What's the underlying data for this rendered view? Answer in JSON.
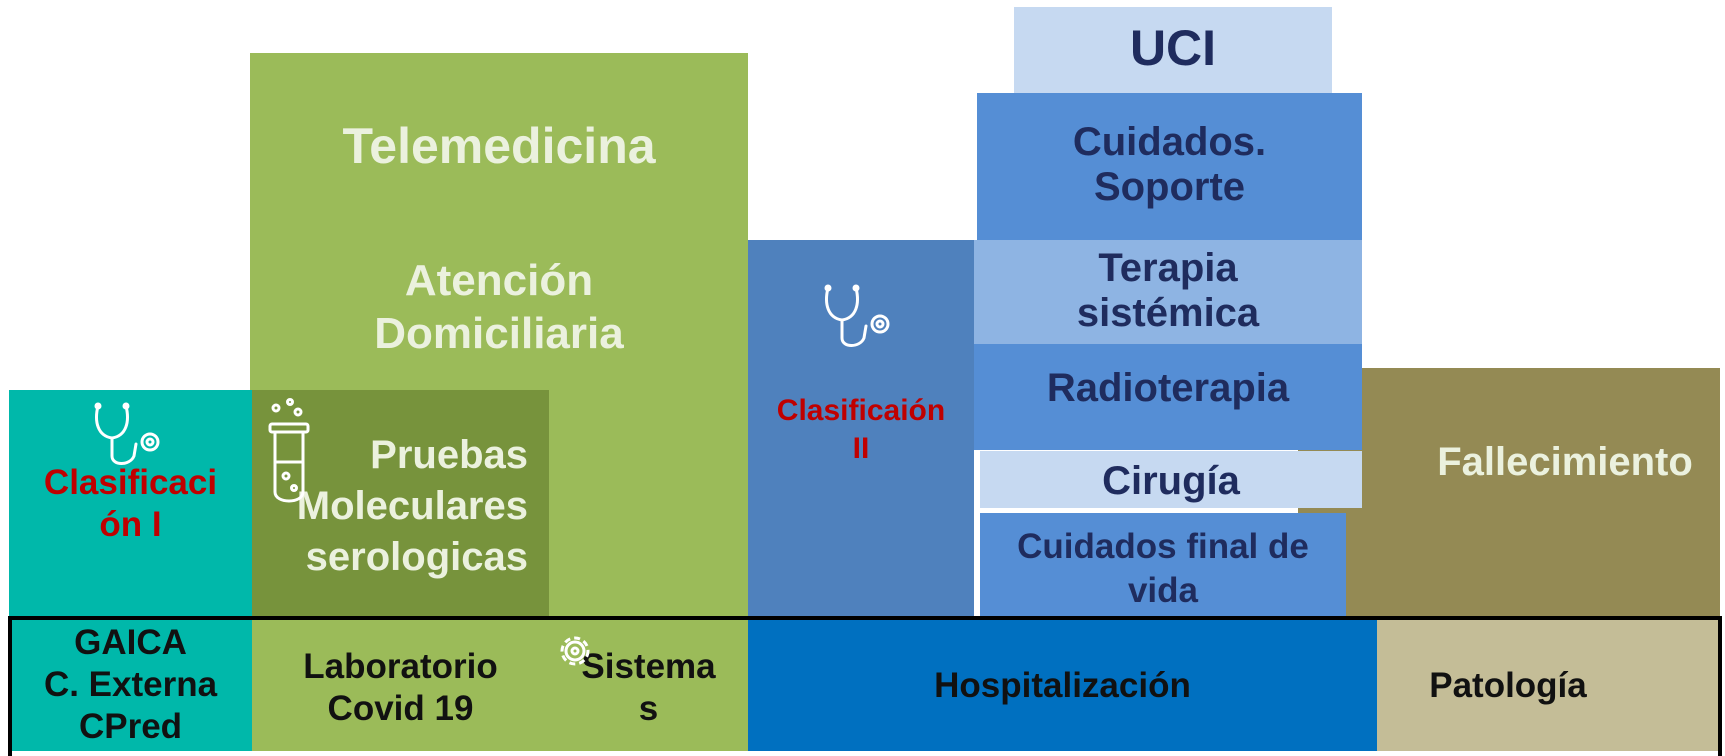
{
  "colors": {
    "teal": "#00b8aa",
    "green_light": "#9bbb59",
    "green_dark": "#77933c",
    "blue_mid": "#4f81bd",
    "blue_bright": "#558ed5",
    "blue_pale": "#8eb4e3",
    "blue_lightest": "#c6d9f1",
    "blue_strong": "#0070c0",
    "olive": "#948a54",
    "tan": "#c4bd97",
    "text_light": "#ebf1de",
    "text_navy": "#1f2c5e",
    "text_red": "#c00000",
    "text_dark": "#111111"
  },
  "labels": {
    "uci": "UCI",
    "telemedicina": "Telemedicina",
    "cuidados_soporte": "Cuidados.\nSoporte",
    "atencion_domiciliaria": "Atención\nDomiciliaria",
    "terapia_sistemica": "Terapia\nsistémica",
    "clasificacion_ii": "Clasificaión\nII",
    "radioterapia": "Radioterapia",
    "clasificacion_i": "Clasificaci\nón  I",
    "pruebas_moleculares": "Pruebas\nMoleculares\nserologicas",
    "cirugia": "Cirugía",
    "fallecimiento": "Fallecimiento",
    "cuidados_final_vida": "Cuidados final de\nvida"
  },
  "bottom_row": {
    "gaica": "GAICA\nC. Externa\nCPred",
    "laboratorio": "Laboratorio\nCovid 19",
    "sistemas": "Sistema\ns",
    "hospitalizacion": "Hospitalización",
    "patologia": "Patología"
  },
  "icons": [
    "stethoscope-icon",
    "test-tube-icon",
    "gear-icon"
  ]
}
